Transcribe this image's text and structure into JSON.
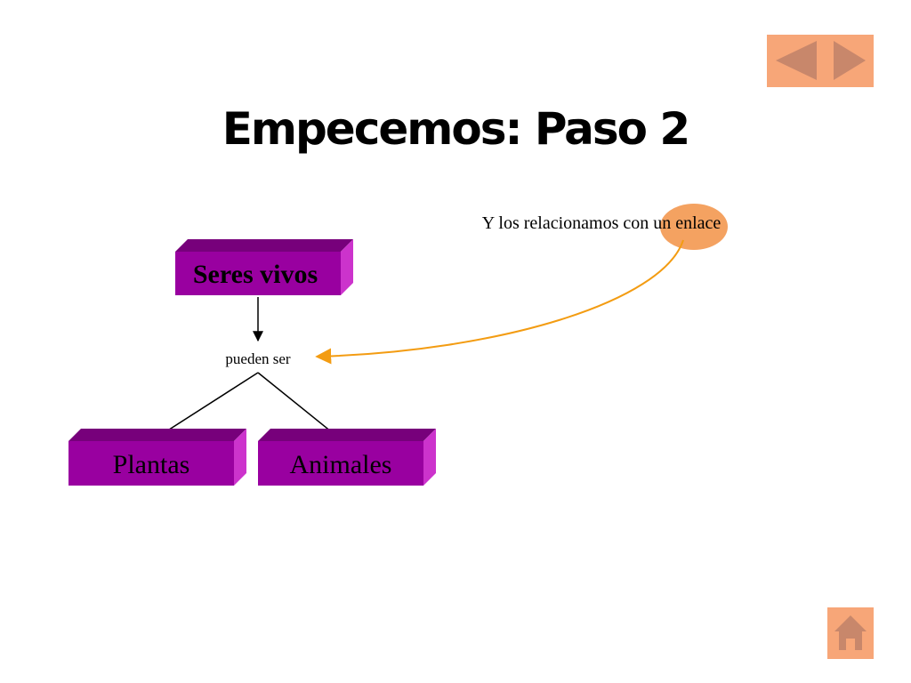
{
  "title": "Empecemos: Paso 2",
  "annotation": "Y los relacionamos con un enlace",
  "concepts": {
    "root": "Seres vivos",
    "left": "Plantas",
    "right": "Animales"
  },
  "link": "pueden ser",
  "colors": {
    "box_front": "#9900a0",
    "box_top": "#77007b",
    "box_side": "#cc33cc",
    "accent_orange": "#f4a261",
    "arrow_orange": "#f39c12",
    "nav_bg": "#f7a678",
    "nav_arrow": "#e07a57"
  },
  "nav": {
    "back_icon": "triangle-left-icon",
    "forward_icon": "triangle-right-icon",
    "home_icon": "house-icon"
  }
}
